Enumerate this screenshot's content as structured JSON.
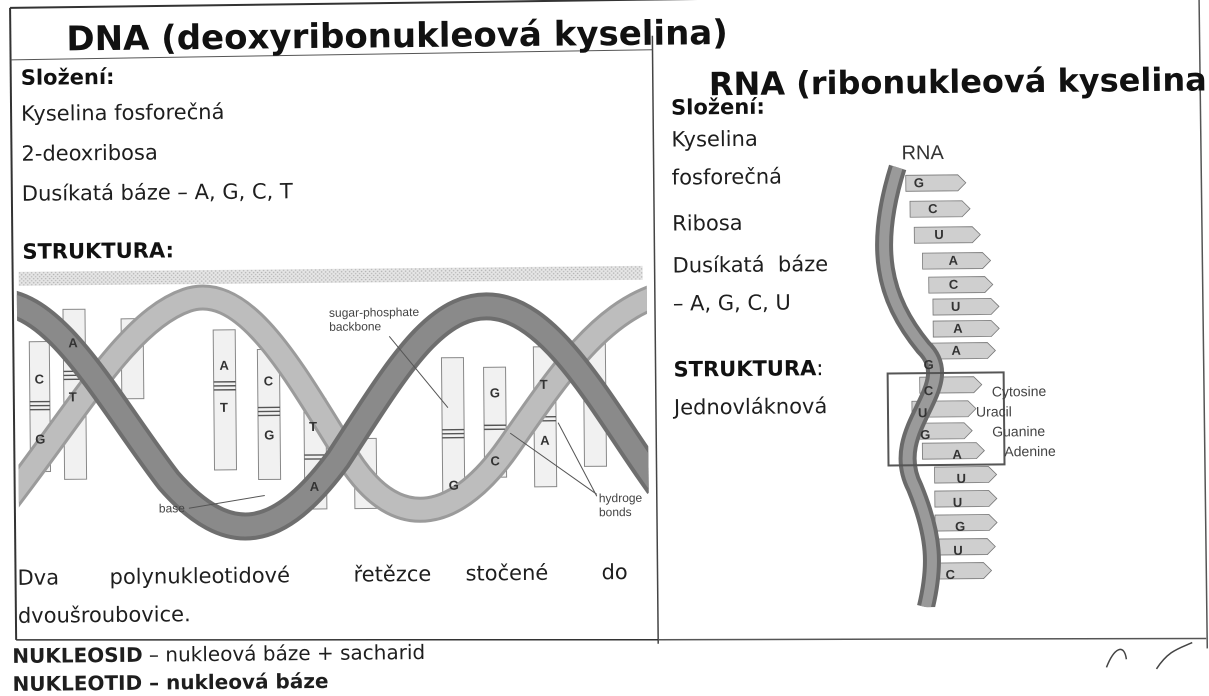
{
  "dna": {
    "title": "DNA (deoxyribonukleová kyselina)",
    "slozeni_label": "Složení:",
    "composition": [
      "Kyselina fosforečná",
      "2-deoxribosa",
      "Dusíkatá báze – A, G, C, T"
    ],
    "struktura_label": "STRUKTURA:",
    "diagram": {
      "callout_backbone_line1": "sugar-phosphate",
      "callout_backbone_line2": "backbone",
      "callout_base": "base",
      "callout_hbond_line1": "hydroge",
      "callout_hbond_line2": "bonds",
      "pair_top": [
        "C",
        "A",
        "A",
        "C",
        "T",
        "G",
        "T"
      ],
      "pair_bottom": [
        "G",
        "T",
        "T",
        "G",
        "A",
        "C",
        "G",
        "A"
      ]
    },
    "caption_words": [
      "Dva",
      "polynukleotidové",
      "řetězce",
      "stočené",
      "do"
    ],
    "caption_line2": "dvoušroubovice."
  },
  "rna": {
    "title": "RNA (ribonukleová kyselina)",
    "slozeni_label": "Složení:",
    "composition": [
      "Kyselina",
      "fosforečná",
      "Ribosa",
      "Dusíkatá  báze",
      "– A, G, C, U"
    ],
    "struktura_label": "STRUKTURA",
    "struktura_colon": ":",
    "struktura_value": "Jednovláknová",
    "diagram": {
      "title": "RNA",
      "bases": [
        "G",
        "C",
        "U",
        "A",
        "C",
        "U",
        "A",
        "A",
        "G",
        "C",
        "U",
        "G",
        "A",
        "U",
        "U",
        "G",
        "U",
        "C"
      ],
      "legend": [
        "Cytosine",
        "Uracil",
        "Guanine",
        "Adenine"
      ]
    }
  },
  "footer": {
    "nukleosid_label": "NUKLEOSID",
    "nukleosid_text": " – nukleová báze + sacharid",
    "nukleotid_partial": "NUKLEOTID – nukleová báze"
  }
}
